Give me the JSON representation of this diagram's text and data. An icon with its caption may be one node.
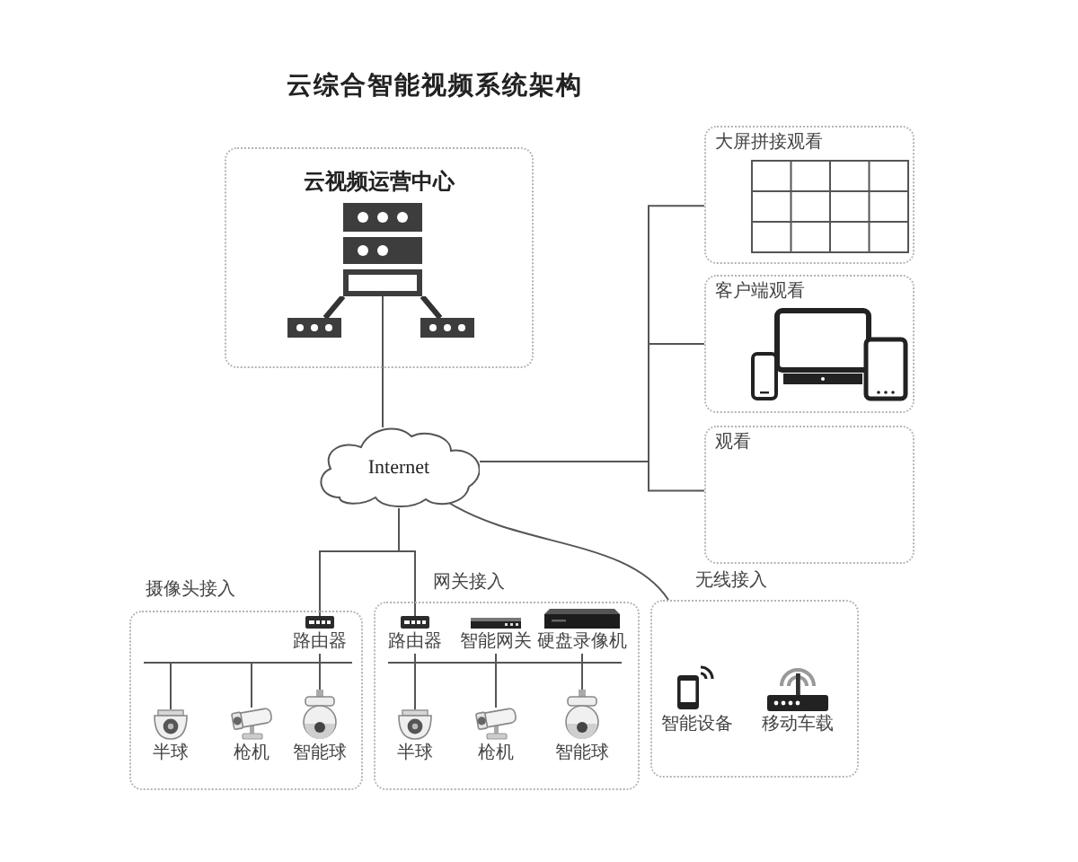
{
  "diagram": {
    "title": "云综合智能视频系统架构",
    "nodes": [
      {
        "text": [
          "云视频运营中心"
        ]
      },
      {
        "text": [],
        "shape": "picture",
        "in": 0
      },
      {
        "text": [
          "大屏拼接观看"
        ]
      },
      {
        "text": [
          "客户端观看"
        ]
      },
      {
        "text": [
          "观看"
        ]
      },
      {
        "text": [
          "Internet"
        ]
      },
      {
        "text": [
          "摄像头接入"
        ]
      },
      {
        "text": [
          "路由器"
        ],
        "in": 6
      },
      {
        "text": [
          "半球"
        ],
        "in": 6
      },
      {
        "text": [
          "枪机"
        ],
        "in": 6
      },
      {
        "text": [
          "智能球"
        ],
        "in": 6
      },
      {
        "text": [
          "网关接入"
        ]
      },
      {
        "text": [
          "路由器"
        ],
        "in": 11
      },
      {
        "text": [
          "智能网关"
        ],
        "in": 11
      },
      {
        "text": [
          "硬盘录像机"
        ],
        "in": 11
      },
      {
        "text": [
          "半球"
        ],
        "in": 11
      },
      {
        "text": [
          "枪机"
        ],
        "in": 11
      },
      {
        "text": [
          "智能球"
        ],
        "in": 11
      },
      {
        "text": [
          "无线接入"
        ]
      },
      {
        "text": [
          "智能设备"
        ],
        "in": 18
      },
      {
        "text": [
          "移动车载"
        ],
        "in": 18
      }
    ],
    "edges": [
      {
        "from": 5,
        "to": 1,
        "arrow": "none"
      },
      {
        "from": 5,
        "to": 2,
        "arrow": "none"
      },
      {
        "from": 5,
        "to": 3,
        "arrow": "none"
      },
      {
        "from": 5,
        "to": 4,
        "arrow": "none"
      },
      {
        "from": 5,
        "to": 7,
        "arrow": "none"
      },
      {
        "from": 5,
        "to": 12,
        "arrow": "none"
      },
      {
        "from": 5,
        "to": 18,
        "arrow": "none"
      },
      {
        "from": 7,
        "to": 8,
        "arrow": "none"
      },
      {
        "from": 7,
        "to": 9,
        "arrow": "none"
      },
      {
        "from": 7,
        "to": 10,
        "arrow": "none"
      },
      {
        "from": 12,
        "to": 15,
        "arrow": "none"
      },
      {
        "from": 13,
        "to": 16,
        "arrow": "none"
      },
      {
        "from": 14,
        "to": 17,
        "arrow": "none"
      }
    ]
  }
}
